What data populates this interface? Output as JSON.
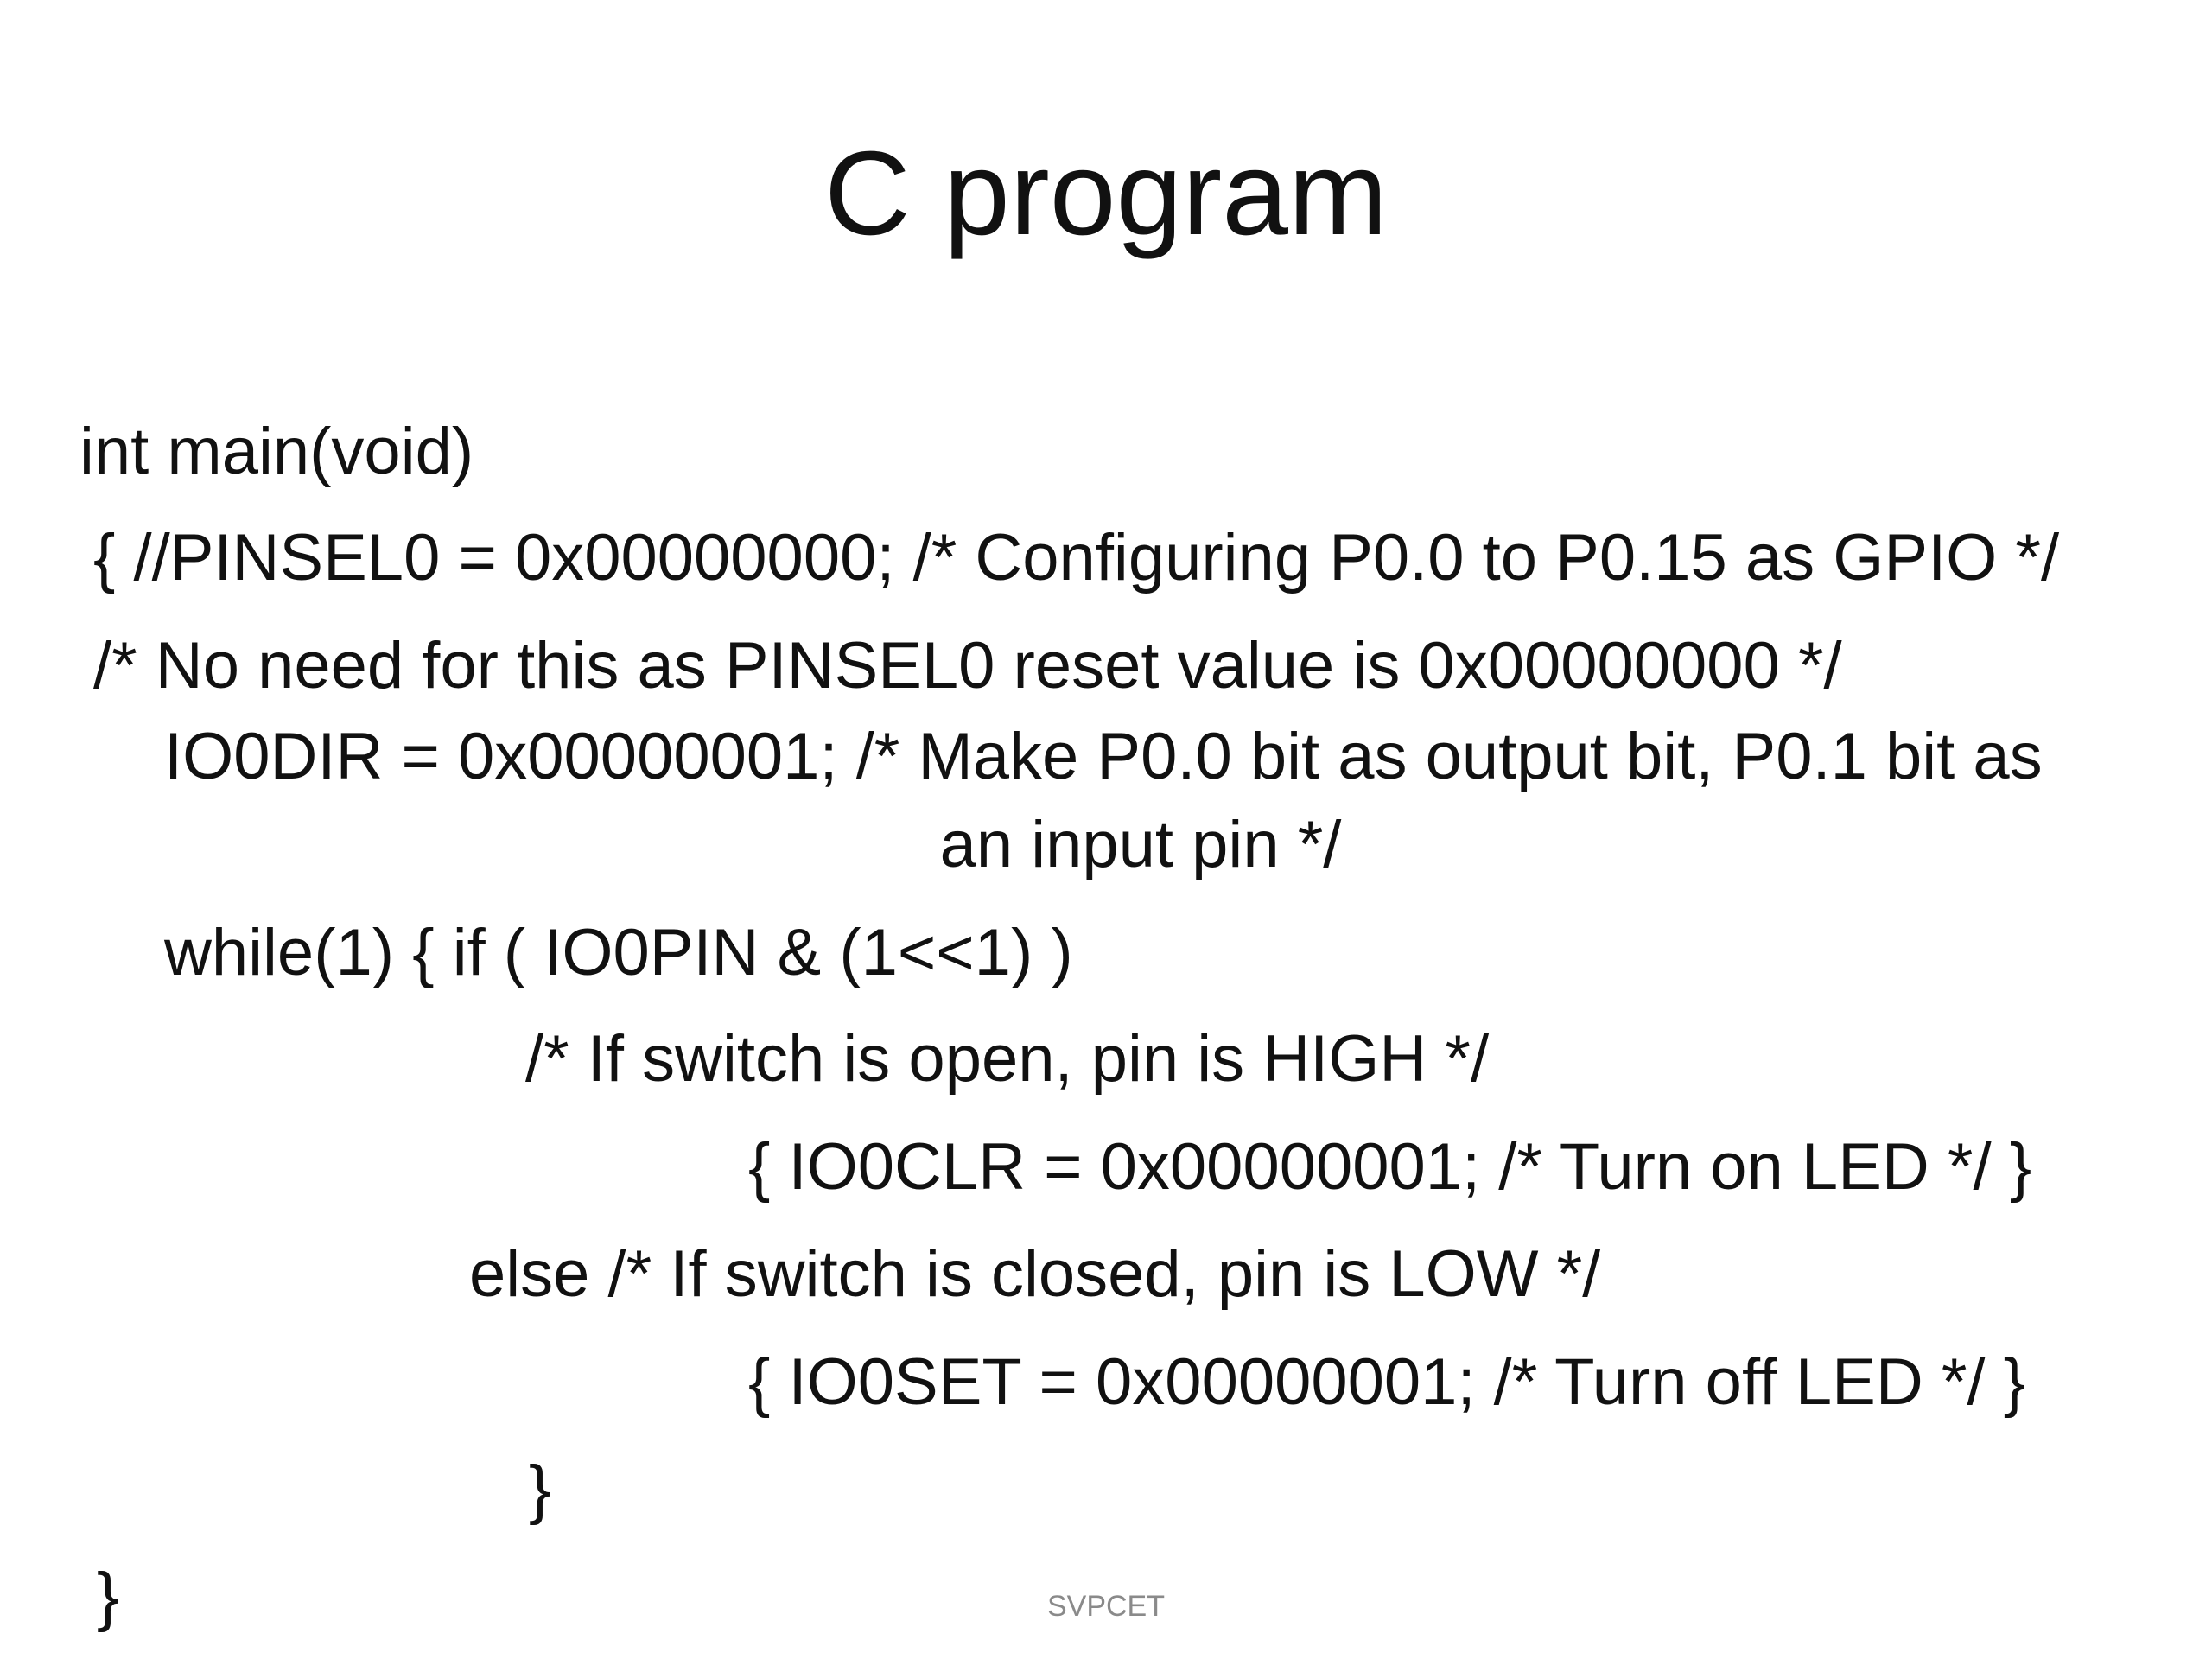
{
  "slide": {
    "title": "C program",
    "lines": [
      "int main(void)",
      "{ //PINSEL0 = 0x00000000; /* Configuring P0.0 to P0.15 as GPIO */",
      "/* No need for this as PINSEL0 reset value is 0x00000000 */",
      "IO0DIR = 0x00000001; /* Make P0.0 bit as output bit, P0.1 bit as",
      "an input pin */",
      "while(1) { if ( IO0PIN & (1<<1) )",
      "/* If switch is open, pin is HIGH */",
      "{ IO0CLR = 0x00000001; /* Turn on LED */ }",
      "else /* If switch is closed, pin is LOW */",
      "{ IO0SET = 0x00000001; /* Turn off LED */ }",
      "}",
      "}"
    ],
    "footer": "SVPCET"
  }
}
